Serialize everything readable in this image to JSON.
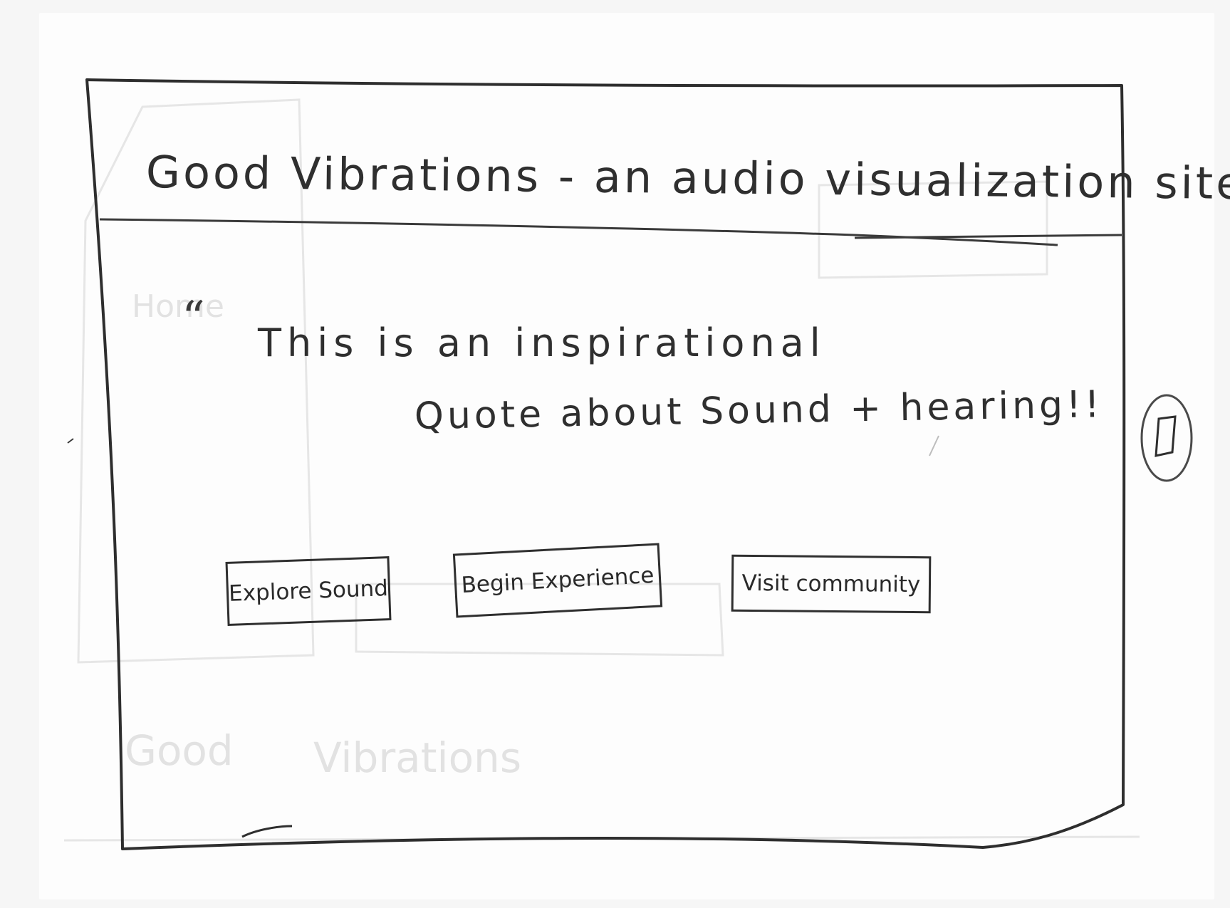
{
  "header": {
    "title": "Good Vibrations - an audio visualization site"
  },
  "quote": {
    "open_mark": "“",
    "line1": "This is an inspirational",
    "line2": "Quote about Sound + hearing!!"
  },
  "buttons": {
    "explore": "Explore Sound",
    "begin": "Begin Experience",
    "visit": "Visit community"
  },
  "colors": {
    "pencil": "#2f2f2f",
    "paper": "#fdfdfd",
    "background": "#f6f6f6"
  }
}
